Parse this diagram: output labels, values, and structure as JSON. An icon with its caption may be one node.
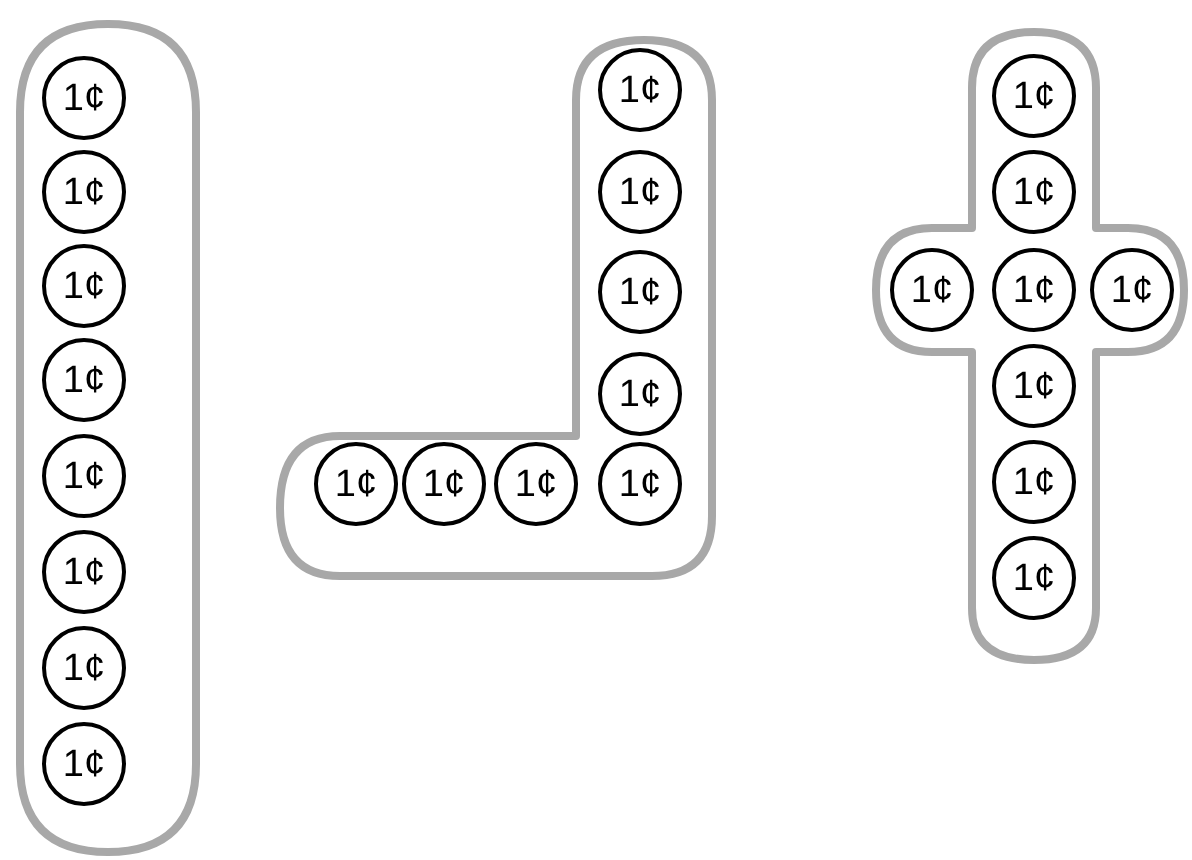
{
  "diagram": {
    "nodes": [
      {
        "text": [],
        "shape": "box"
      },
      {
        "text": [
          "1¢"
        ],
        "in": 0
      },
      {
        "text": [
          "1¢"
        ],
        "in": 0
      },
      {
        "text": [
          "1¢"
        ],
        "in": 0
      },
      {
        "text": [
          "1¢"
        ],
        "in": 0
      },
      {
        "text": [
          "1¢"
        ],
        "in": 0
      },
      {
        "text": [
          "1¢"
        ],
        "in": 0
      },
      {
        "text": [
          "1¢"
        ],
        "in": 0
      },
      {
        "text": [
          "1¢"
        ],
        "in": 0
      },
      {
        "text": [],
        "shape": "box"
      },
      {
        "text": [
          "1¢"
        ],
        "in": 9
      },
      {
        "text": [
          "1¢"
        ],
        "in": 9
      },
      {
        "text": [
          "1¢"
        ],
        "in": 9
      },
      {
        "text": [
          "1¢"
        ],
        "in": 9
      },
      {
        "text": [
          "1¢"
        ],
        "in": 9
      },
      {
        "text": [
          "1¢"
        ],
        "in": 9
      },
      {
        "text": [
          "1¢"
        ],
        "in": 9
      },
      {
        "text": [
          "1¢"
        ],
        "in": 9
      },
      {
        "text": [],
        "shape": "box"
      },
      {
        "text": [
          "1¢"
        ],
        "in": 18
      },
      {
        "text": [
          "1¢"
        ],
        "in": 18
      },
      {
        "text": [
          "1¢"
        ],
        "in": 18
      },
      {
        "text": [
          "1¢"
        ],
        "in": 18
      },
      {
        "text": [
          "1¢"
        ],
        "in": 18
      },
      {
        "text": [
          "1¢"
        ],
        "in": 18
      },
      {
        "text": [
          "1¢"
        ],
        "in": 18
      },
      {
        "text": [
          "1¢"
        ],
        "in": 18
      }
    ]
  }
}
